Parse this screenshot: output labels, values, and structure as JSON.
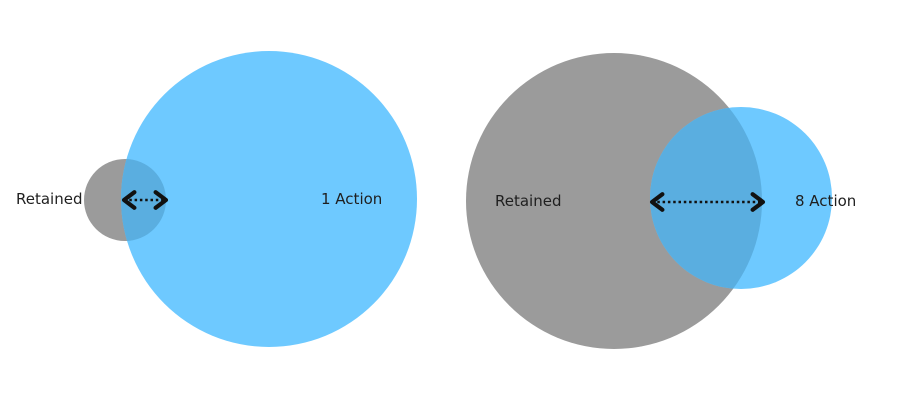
{
  "colors": {
    "background": "#ffffff",
    "retained": "#9b9b9b",
    "action": "#6ec9ff",
    "overlap": "#5aaee0",
    "arrow": "#111111",
    "text": "#1f1f1f"
  },
  "diagrams": [
    {
      "retained_label": "Retained",
      "action_label": "1 Action"
    },
    {
      "retained_label": "Retained",
      "action_label": "8 Action"
    }
  ]
}
